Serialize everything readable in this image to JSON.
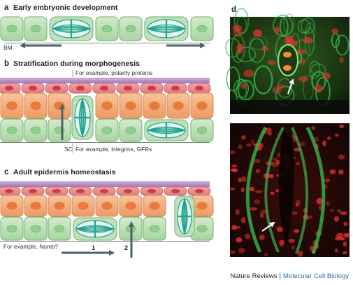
{
  "panels": {
    "a": {
      "letter": "a",
      "title": "Early embryonic development",
      "label_bm": "BM"
    },
    "b": {
      "letter": "b",
      "title": "Stratification during morphogenesis",
      "annotation_top": "For example, polarity proteins",
      "label_sc": "SC",
      "annotation_bottom": "For example, integrins, GFRs"
    },
    "c": {
      "letter": "c",
      "title": "Adult epidermis homeostasis",
      "annotation": "For example, Numb?",
      "arrow1": "1",
      "arrow2": "2"
    },
    "d": {
      "letter": "d"
    }
  },
  "footer": {
    "journal": "Nature Reviews",
    "separator": "|",
    "section": "Molecular Cell Biology"
  },
  "colors": {
    "basal_cell": "#bfe0b8",
    "basal_cell_border": "#6fae72",
    "basal_nucleus": "#8ecf8a",
    "spinous_cell": "#f3b07e",
    "spinous_nucleus": "#ea7a3c",
    "granular_cell": "#ea8f92",
    "granular_nucleus": "#d13944",
    "cornified_layer": "#b58ec8",
    "spindle": "#1fa48f",
    "arrow": "#4e5f6a",
    "micrograph_green": "#39b54a",
    "micrograph_red": "#e0342c",
    "footer_accent": "#2a6fb0"
  }
}
